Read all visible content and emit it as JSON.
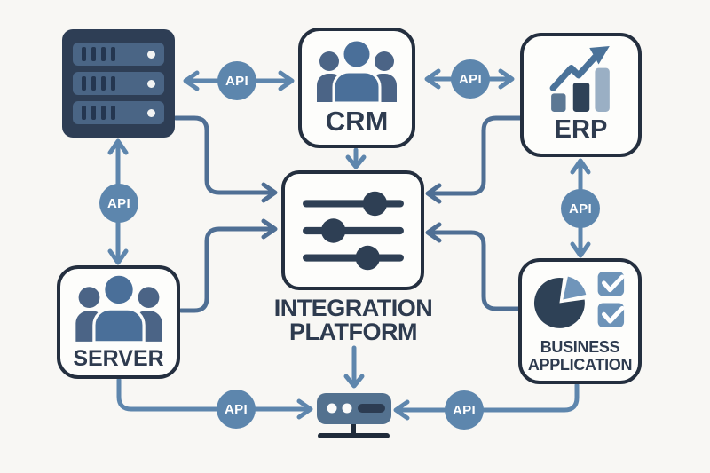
{
  "nodes": {
    "crm": {
      "label": "CRM"
    },
    "erp": {
      "label": "ERP"
    },
    "server": {
      "label": "SERVER"
    },
    "business_application": {
      "line1": "BUSINESS",
      "line2": "APPLICATION"
    },
    "integration_platform": {
      "line1": "INTEGRATION",
      "line2": "PLATFORM"
    }
  },
  "api_badges": {
    "top_left": "API",
    "top_right": "API",
    "middle_left": "API",
    "middle_right": "API",
    "bottom_left": "API",
    "bottom_right": "API"
  },
  "icons": {
    "server_rack": "server-rack-icon",
    "crm_people": "people-group-icon",
    "erp_chart": "bar-chart-growth-icon",
    "platform_sliders": "sliders-icon",
    "server_people": "people-group-icon",
    "business_pie": "pie-chart-icon",
    "business_checklist": "checklist-icon",
    "gateway": "network-device-icon"
  },
  "palette": {
    "background": "#f8f7f4",
    "node_fill": "#fdfdfb",
    "node_border": "#242f3f",
    "connector_light": "#5e86ad",
    "connector_dark": "#4f6f94",
    "api_badge_fill": "#5d86ad",
    "api_badge_text": "#ffffff",
    "label_text": "#2e3b4f",
    "icon_dark_navy": "#2e3e55",
    "icon_medium_blue": "#4a6f99",
    "icon_slate_blue": "#4b6486",
    "icon_light_blue": "#9aafc4"
  }
}
